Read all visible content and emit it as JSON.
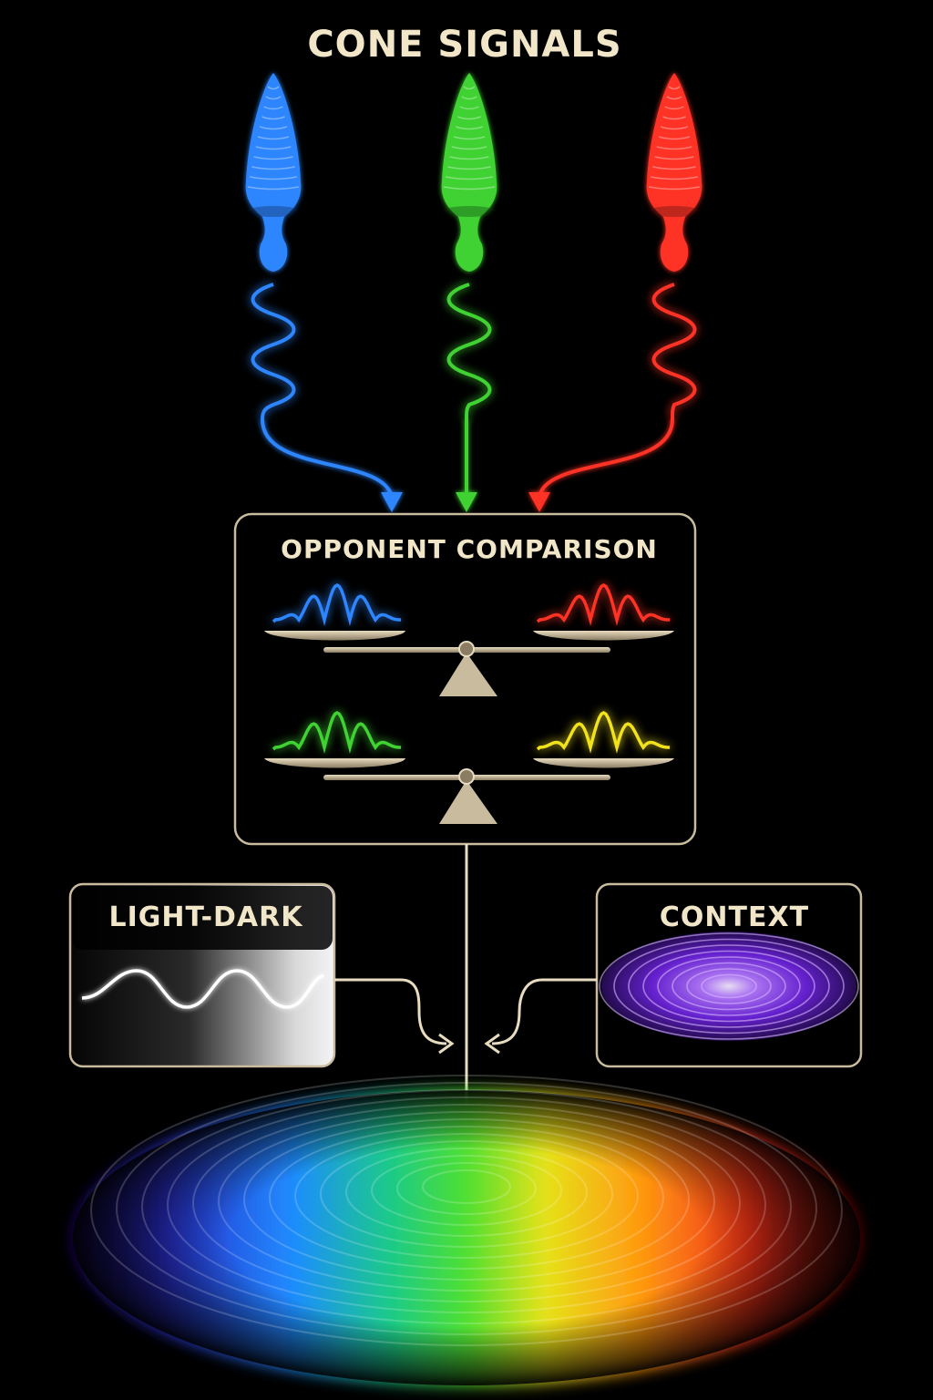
{
  "title": "CONE SIGNALS",
  "opponent_box": {
    "label": "OPPONENT COMPARISON"
  },
  "light_dark_box": {
    "label": "LIGHT-DARK"
  },
  "context_box": {
    "label": "CONTEXT"
  },
  "colors": {
    "background": "#000000",
    "text": "#f1e6c8",
    "frame": "#c9bc9e",
    "blue": "#2f86ff",
    "green": "#3fd233",
    "red": "#ff3327",
    "yellow": "#f2e21b",
    "violet": "#8b3dff"
  },
  "cones": [
    {
      "name": "blue-cone",
      "color": "#2f86ff"
    },
    {
      "name": "green-cone",
      "color": "#3fd233"
    },
    {
      "name": "red-cone",
      "color": "#ff3327"
    }
  ],
  "balances": [
    {
      "left_color": "#2f86ff",
      "right_color": "#ff3327"
    },
    {
      "left_color": "#3fd233",
      "right_color": "#f2e21b"
    }
  ],
  "icons": [
    "cone-icon",
    "wave-signal-icon",
    "arrow-down-icon",
    "balance-scale-icon",
    "sine-wave-icon",
    "ripple-icon",
    "color-disc-icon"
  ]
}
